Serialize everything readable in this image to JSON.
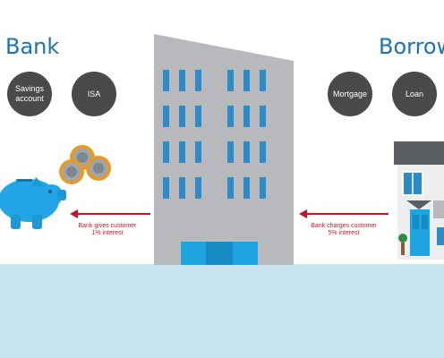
{
  "bank": {
    "heading": "Bank",
    "products": [
      "Savings account",
      "ISA"
    ],
    "arrow_caption_line1": "Bank gives customer",
    "arrow_caption_line2": "1% interest"
  },
  "borrower": {
    "heading": "Borrow",
    "products": [
      "Mortgage",
      "Loan"
    ],
    "arrow_caption_line1": "Bank charges customer",
    "arrow_caption_line2": "5% interest"
  },
  "colors": {
    "heading": "#1b72b8",
    "circle": "#4a4a4a",
    "arrow": "#c0182b",
    "building": "#b7b9bc",
    "window": "#2e8bc7",
    "door": "#1ea5e0",
    "piggy": "#24a6e6",
    "coin": "#e69a2a",
    "ground": "#c6e3ee"
  },
  "icons": [
    "piggy-bank-icon",
    "coins-icon",
    "bank-building-icon",
    "house-icon"
  ]
}
